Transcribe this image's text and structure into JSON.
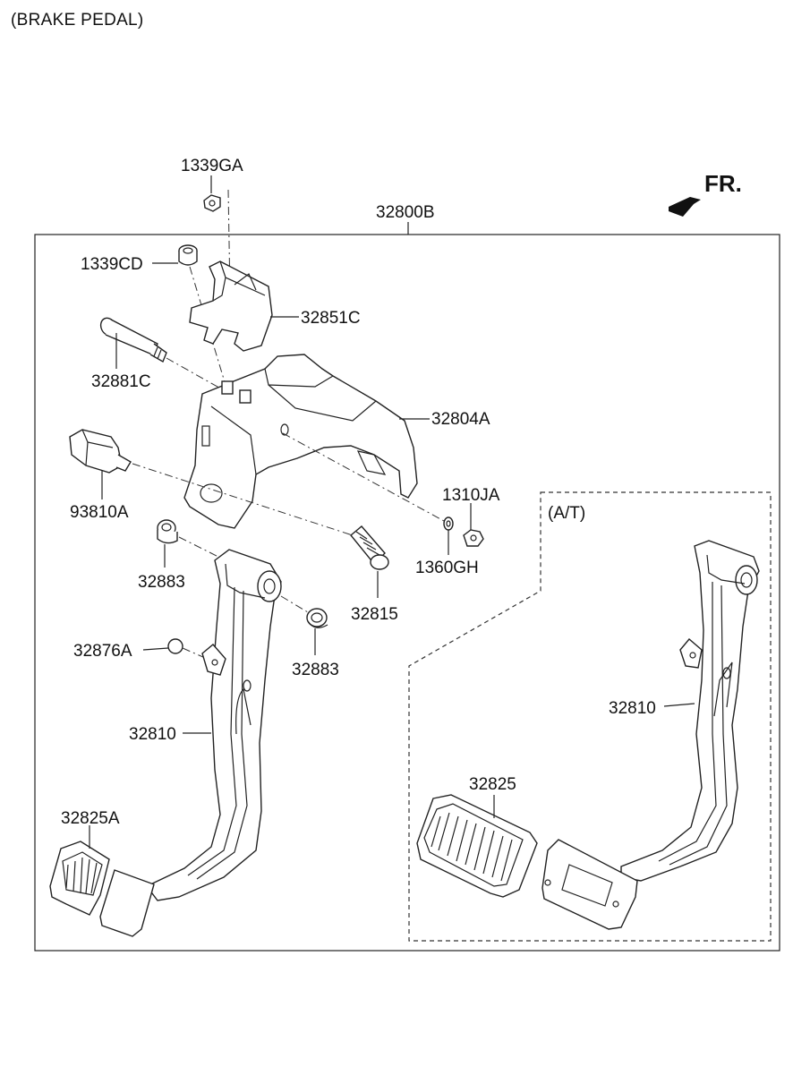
{
  "title": "(BRAKE PEDAL)",
  "direction": {
    "label": "FR."
  },
  "assembly": {
    "label": "32800B"
  },
  "variant": {
    "label": "(A/T)"
  },
  "parts": {
    "p1339GA": "1339GA",
    "p1339CD": "1339CD",
    "p32851C": "32851C",
    "p32881C": "32881C",
    "p32804A": "32804A",
    "p93810A": "93810A",
    "p1310JA": "1310JA",
    "p1360GH": "1360GH",
    "p32883a": "32883",
    "p32815": "32815",
    "p32883b": "32883",
    "p32876A": "32876A",
    "p32810a": "32810",
    "p32825A": "32825A",
    "p32810b": "32810",
    "p32825": "32825"
  }
}
